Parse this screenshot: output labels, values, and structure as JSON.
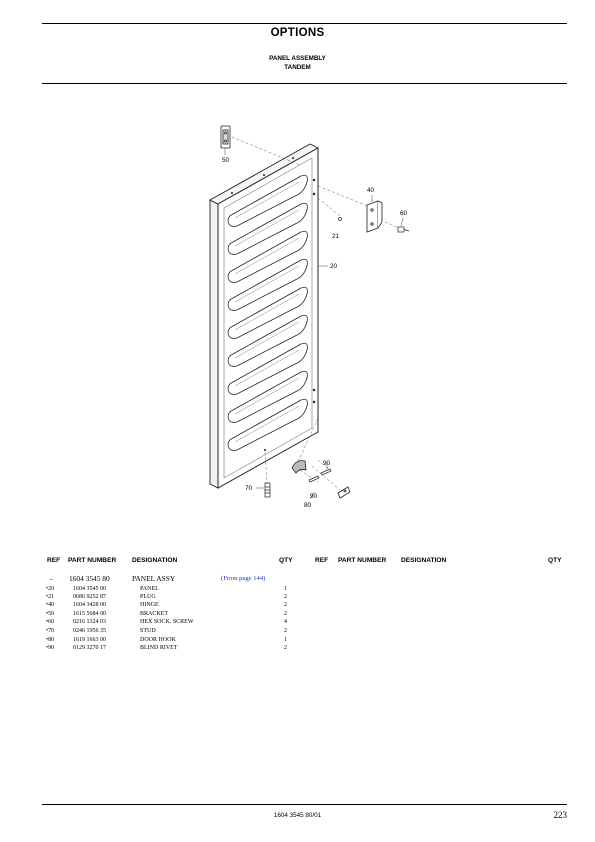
{
  "header": {
    "title": "OPTIONS",
    "subtitle1": "PANEL ASSEMBLY",
    "subtitle2": "TANDEM"
  },
  "callouts": {
    "c50": "50",
    "c40": "40",
    "c60": "60",
    "c21": "21",
    "c20": "20",
    "c90a": "90",
    "c90b": "90",
    "c80": "80",
    "c70": "70"
  },
  "table": {
    "headers": {
      "ref": "REF",
      "part": "PART NUMBER",
      "designation": "DESIGNATION",
      "qty": "QTY"
    },
    "main": {
      "ref": "-",
      "part": "1604 3545 80",
      "designation": "PANEL ASSY",
      "note": "(From page 144)"
    },
    "rows": [
      {
        "ref": "•20",
        "part": "1604 3545 00",
        "designation": "PANEL",
        "qty": "1"
      },
      {
        "ref": "•21",
        "part": "0686 9252 87",
        "designation": "PLUG",
        "qty": "2"
      },
      {
        "ref": "•40",
        "part": "1604 3428 00",
        "designation": "HINGE",
        "qty": "2"
      },
      {
        "ref": "•50",
        "part": "1615 5684 00",
        "designation": "BRACKET",
        "qty": "2"
      },
      {
        "ref": "•60",
        "part": "0216 1324 03",
        "designation": "HEX SOCK. SCREW",
        "qty": "4"
      },
      {
        "ref": "•70",
        "part": "0246 1956 35",
        "designation": "STUD",
        "qty": "2"
      },
      {
        "ref": "•80",
        "part": "1619 1663 00",
        "designation": "DOOR HOOK",
        "qty": "1"
      },
      {
        "ref": "•90",
        "part": "0129 3270 17",
        "designation": "BLIND RIVET",
        "qty": "2"
      }
    ]
  },
  "footer": {
    "doc_code": "1604 3545 80/01",
    "page_number": "223"
  },
  "colors": {
    "link": "#1f36c8"
  }
}
